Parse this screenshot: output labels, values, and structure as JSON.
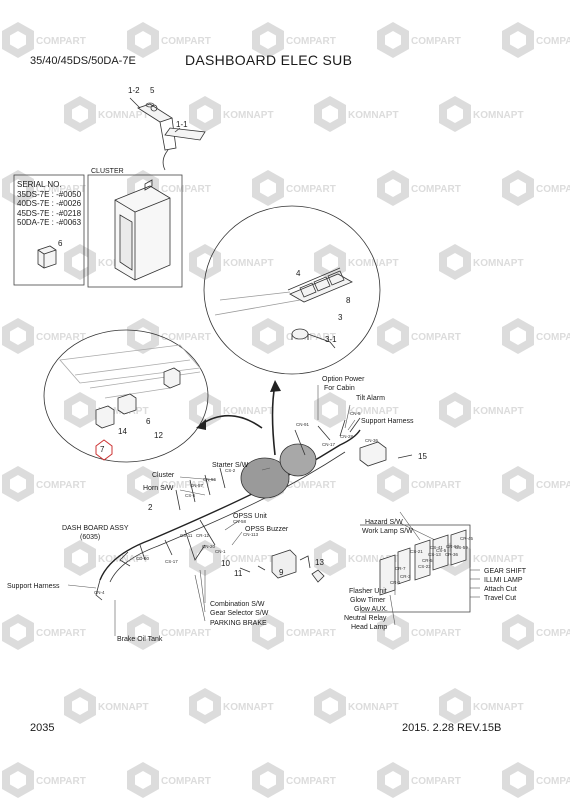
{
  "header": {
    "model": "35/40/45DS/50DA-7E",
    "title": "DASHBOARD ELEC SUB"
  },
  "footer": {
    "page_number": "2035",
    "date_rev": "2015. 2.28  REV.15B"
  },
  "watermark": {
    "text_compart": "COMPART",
    "text_kompart": "KOMNAPT"
  },
  "serial_block": {
    "title": "SERIAL NO.",
    "rows": [
      "35DS-7E : -#0050",
      "40DS-7E : -#0026",
      "45DS-7E : -#0218",
      "50DA-7E : -#0063"
    ]
  },
  "part_numbers": {
    "p1_2": "1-2",
    "p5": "5",
    "p1_1": "1-1",
    "p6": "6",
    "p4": "4",
    "p8": "8",
    "p3": "3",
    "p3_1": "3-1",
    "p7": "7",
    "p14": "14",
    "p12": "12",
    "p6b": "6",
    "p2": "2",
    "p10": "10",
    "p11": "11",
    "p9": "9",
    "p13": "13",
    "p15": "15"
  },
  "labels": {
    "cluster_box": "CLUSTER",
    "option_power": "Option Power",
    "for_cabin": "For Cabin",
    "tilt_alarm": "Tilt Alarm",
    "support_harness_r": "Support Harness",
    "starter_sw": "Starter S/W",
    "cluster": "Cluster",
    "horn_sw": "Horn S/W",
    "opss_unit": "OPSS Unit",
    "opss_buzzer": "OPSS Buzzer",
    "dash_board_assy": "DASH BOARD ASSY",
    "dash_board_num": "(6035)",
    "support_harness_l": "Support Harness",
    "combination_sw": "Combination S/W",
    "gear_selector_sw": "Gear Selector S/W",
    "parking_brake": "PARKING BRAKE",
    "brake_oil_tank": "Brake Oil Tank",
    "hazard_sw": "Hazard S/W",
    "work_lamp_sw": "Work Lamp S/W",
    "gear_shift": "GEAR SHIFT",
    "illmi_lamp": "ILLMI LAMP",
    "attach_cut": "Attach Cut",
    "travel_cut": "Travel Cut",
    "flasher_unit": "Flasher Unit",
    "glow_timer": "Glow Timer",
    "glow_aux": "Glow AUX.",
    "neutral_relay": "Neutral Relay",
    "head_lamp": "Head Lamp"
  },
  "connectors": {
    "cn91": "CN-91",
    "cn17": "CN-17",
    "cn28": "CN-28",
    "cn5": "CN-5",
    "cn36": "CN-36",
    "cs2": "CS-2",
    "cn56": "CN-56",
    "cn57": "CN-57",
    "cs5": "CS-5",
    "cn58": "CN-58",
    "cn113": "CN-113",
    "cs11": "CS-11",
    "cr12": "CR-12",
    "cn20": "CN-20",
    "cn1": "CN-1",
    "cd60": "CD-60",
    "cs17": "CS-17",
    "cn4": "CN-4",
    "cs21": "CS-21",
    "cs41": "CS-41",
    "cs5b": "CS-5",
    "cr1": "CR-1",
    "cr5": "CR-5",
    "cr7": "CR-7",
    "cr3": "CR-3",
    "cr45": "CR-45",
    "cr36": "CR-36",
    "cr62": "CR-62",
    "cs13": "CS-13",
    "cs5c": "CS-59",
    "cs23": "CS-23"
  }
}
